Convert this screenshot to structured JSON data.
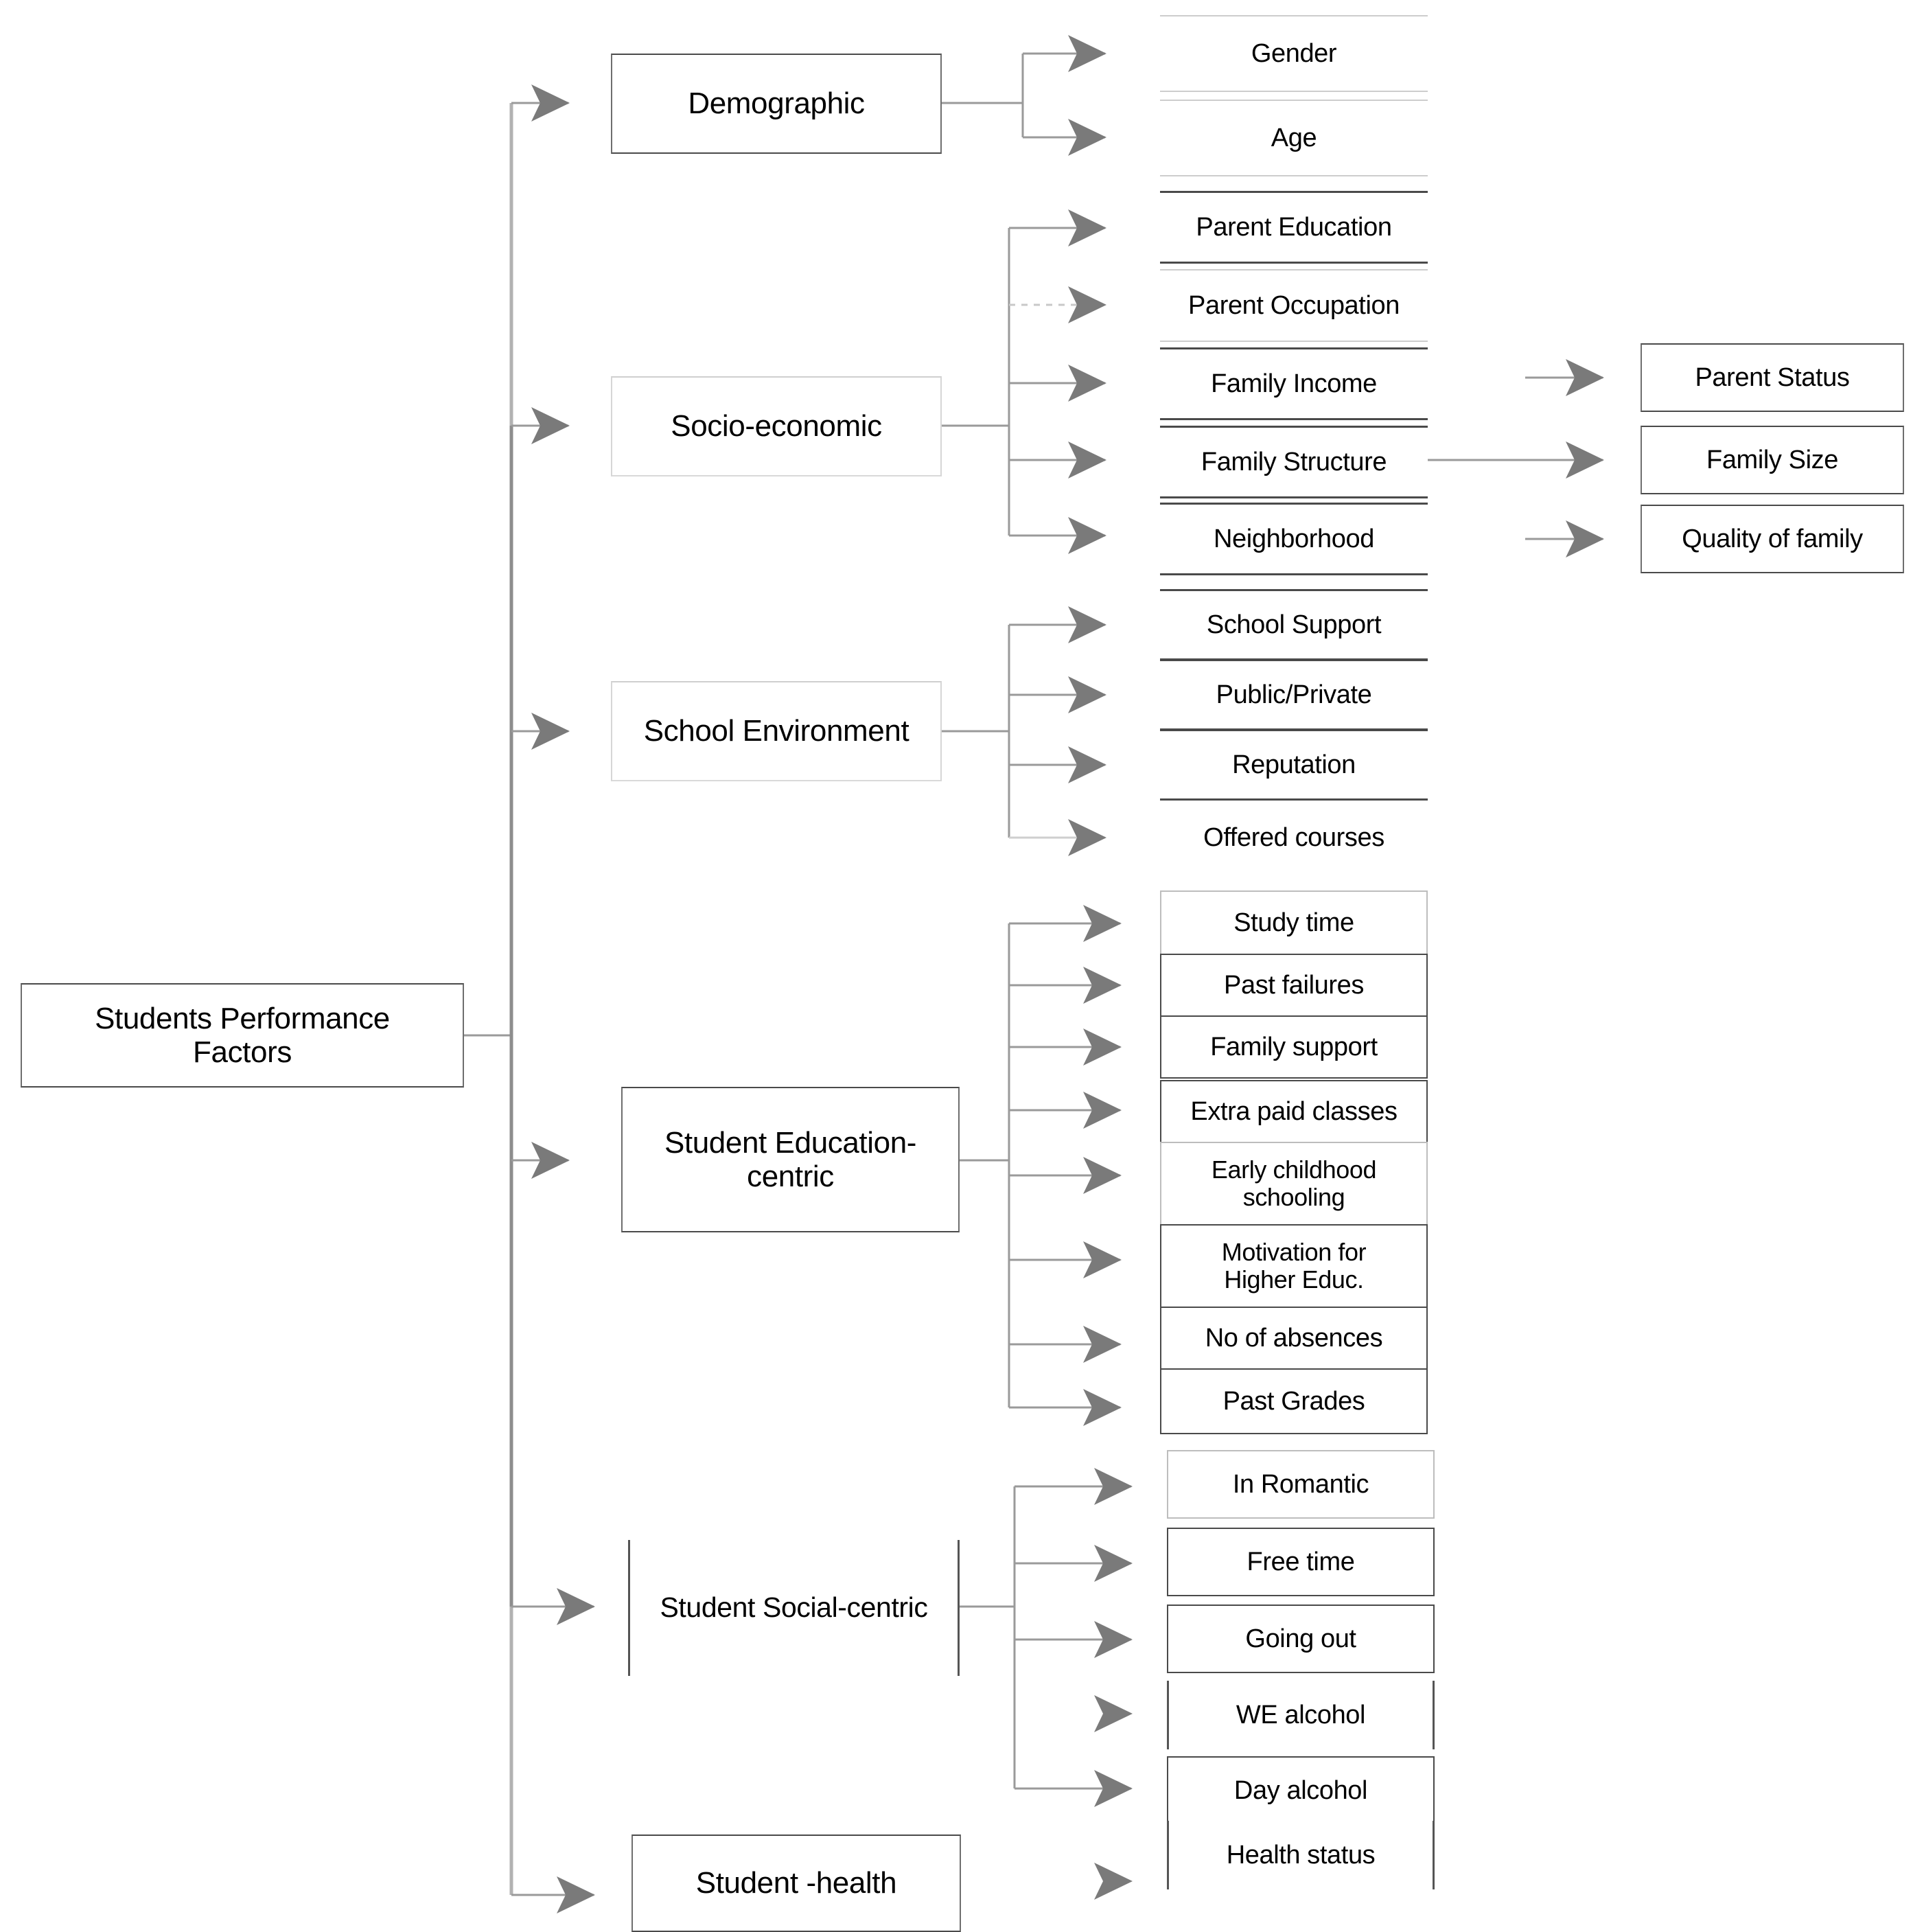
{
  "diagram": {
    "title": "Students Performance Factors",
    "type": "hierarchy-tree",
    "root": {
      "label": "Students Performance\nFactors"
    },
    "branches": [
      {
        "id": "demographic",
        "label": "Demographic",
        "children": [
          {
            "label": "Gender"
          },
          {
            "label": "Age"
          }
        ]
      },
      {
        "id": "socio-economic",
        "label": "Socio-economic",
        "children": [
          {
            "label": "Parent Education"
          },
          {
            "label": "Parent Occupation"
          },
          {
            "label": "Family Income"
          },
          {
            "label": "Family Structure"
          },
          {
            "label": "Neighborhood"
          }
        ],
        "grandchildren": [
          {
            "label": "Parent Status"
          },
          {
            "label": "Family Size"
          },
          {
            "label": "Quality of family"
          }
        ]
      },
      {
        "id": "school-environment",
        "label": "School Environment",
        "children": [
          {
            "label": "School Support"
          },
          {
            "label": "Public/Private"
          },
          {
            "label": "Reputation"
          },
          {
            "label": "Offered courses"
          }
        ]
      },
      {
        "id": "student-education-centric",
        "label": "Student Education-\ncentric",
        "children": [
          {
            "label": "Study time"
          },
          {
            "label": "Past failures"
          },
          {
            "label": "Family support"
          },
          {
            "label": "Extra paid classes"
          },
          {
            "label": "Early childhood\nschooling"
          },
          {
            "label": "Motivation for\nHigher Educ."
          },
          {
            "label": "No of absences"
          },
          {
            "label": "Past Grades"
          }
        ]
      },
      {
        "id": "student-social-centric",
        "label": "Student Social-centric",
        "children": [
          {
            "label": "In Romantic"
          },
          {
            "label": "Free time"
          },
          {
            "label": "Going out"
          },
          {
            "label": "WE alcohol"
          },
          {
            "label": "Day alcohol"
          }
        ]
      },
      {
        "id": "student-health",
        "label": "Student -health",
        "children": [
          {
            "label": "Health status"
          }
        ]
      }
    ],
    "colors": {
      "arrow": "#7a7a7a",
      "line": "#8a8a8a",
      "line_light": "#d0d0d0",
      "border_dark": "#4a4a4a",
      "border_light": "#cfcfcf",
      "text": "#000000",
      "background": "#ffffff"
    }
  }
}
